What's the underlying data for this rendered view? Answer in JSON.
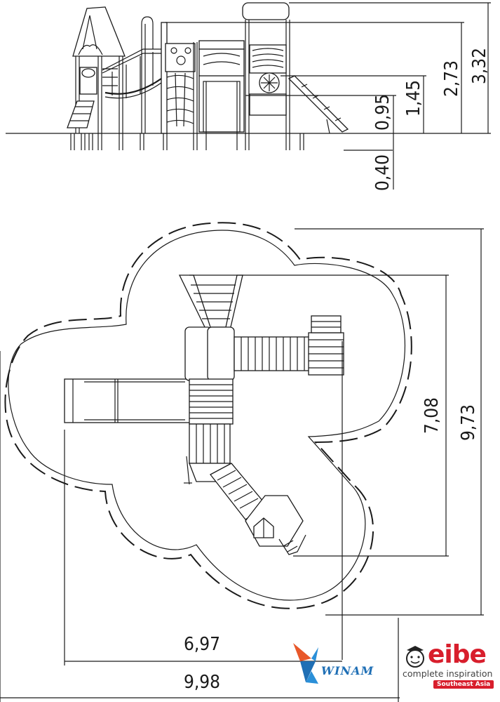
{
  "elevation_dimensions": {
    "total_height": "3,32",
    "upper_platform": "2,73",
    "mid_platform": "1,45",
    "low_platform": "0,95",
    "foundation_depth": "0,40"
  },
  "plan_dimensions": {
    "equipment_width": "6,97",
    "safety_zone_width": "9,98",
    "equipment_depth": "7,08",
    "safety_zone_depth": "9,73"
  },
  "logos": {
    "winam": "WINAM",
    "eibe_word": "eibe",
    "eibe_tagline": "complete inspiration",
    "eibe_region": "Southeast Asia"
  },
  "colors": {
    "line": "#1a1a1a",
    "eibe_red": "#d81e2c",
    "winam_blue": "#1f6fb5"
  }
}
